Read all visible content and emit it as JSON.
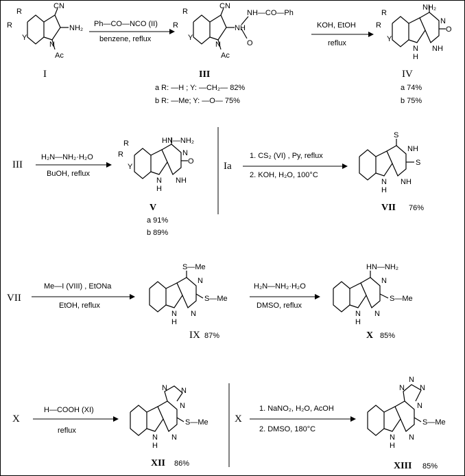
{
  "compounds": {
    "I": "I",
    "III": "III",
    "IV": "IV",
    "V": "V",
    "VII": "VII",
    "IX": "IX",
    "X": "X",
    "XII": "XII",
    "XIII": "XIII",
    "Ia": "Ia",
    "III_start": "III",
    "VII_start": "VII",
    "X_start1": "X",
    "X_start2": "X"
  },
  "reagents": {
    "r1_top": "Ph—CO—NCO  (II)",
    "r1_bottom": "benzene, reflux",
    "r2_top": "KOH,  EtOH",
    "r2_bottom": "reflux",
    "r3_top": "H₂N—NH₂·H₂O",
    "r3_bottom": "BuOH,  reflux",
    "r4_top": "1. CS₂  (VI) , Py,  reflux",
    "r4_bottom": "2. KOH,  H₂O,  100°C",
    "r5_top": "Me—I   (VIII)  , EtONa",
    "r5_bottom": "EtOH,  reflux",
    "r6_top": "H₂N—NH₂·H₂O",
    "r6_bottom": "DMSO,  reflux",
    "r7_top": "H—COOH   (XI)",
    "r7_bottom": "reflux",
    "r8_top": "1. NaNO₂,  H₂O, AcOH",
    "r8_bottom": "2. DMSO, 180°C"
  },
  "yields": {
    "III_a": "a R: —H ; Y: —CH₂—  82%",
    "III_b": "b R: —Me; Y: —O—   75%",
    "IV_a": "a 74%",
    "IV_b": "b 75%",
    "V_a": "a 91%",
    "V_b": "b 89%",
    "VII": "76%",
    "IX": "87%",
    "X": "85%",
    "XII": "86%",
    "XIII": "85%"
  },
  "atoms": {
    "CN": "CN",
    "NH2": "NH₂",
    "N": "N",
    "NH": "NH",
    "H": "H",
    "Ac": "Ac",
    "R": "R",
    "Y": "Y",
    "O": "O",
    "S": "S",
    "SMe": "S—Me",
    "urea": "NH—CO—Ph",
    "hydrazino": "HN—NH₂"
  }
}
